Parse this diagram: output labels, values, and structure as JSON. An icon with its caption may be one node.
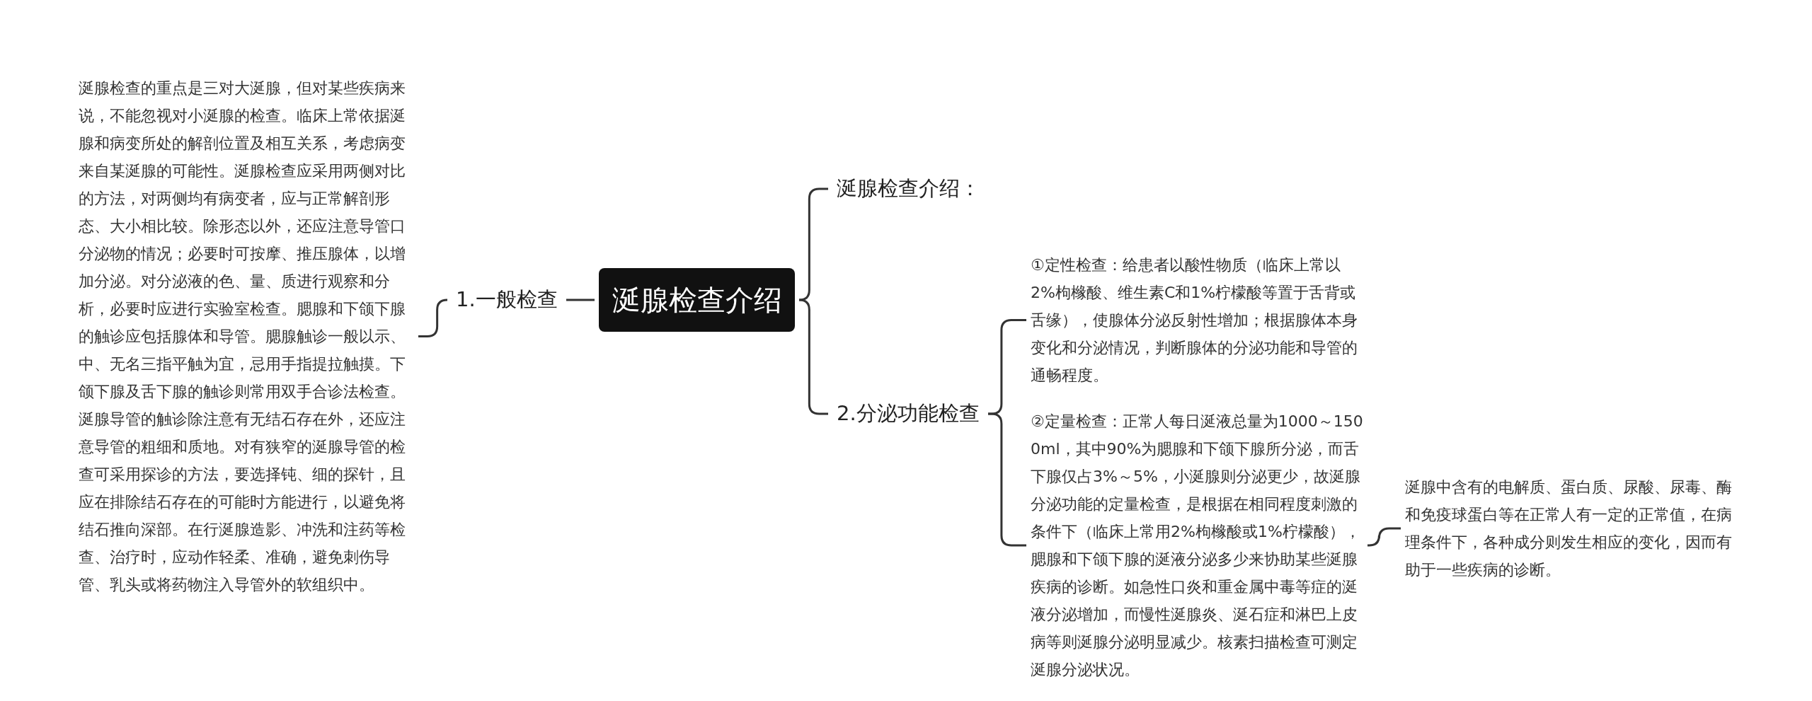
{
  "diagram": {
    "nodes": [
      {
        "text": [
          "涎腺检查介绍"
        ]
      },
      {
        "text": [
          "1.一般检查"
        ]
      },
      {
        "text": [
          "涎腺检查的重点是三对大涎腺，但对某些疾病来说，不能忽视对小涎腺的检查。临床上常依据涎腺和病变所处的解剖位置及相互关系，考虑病变来自某涎腺的可能性。涎腺检查应采用两侧对比的方法，对两侧均有病变者，应与正常解剖形态、大小相比较。除形态以外，还应注意导管口分泌物的情况；必要时可按摩、推压腺体，以增加分泌。对分泌液的色、量、质进行观察和分析，必要时应进行实验室检查。腮腺和下颌下腺的触诊应包括腺体和导管。腮腺触诊一般以示、中、无名三指平触为宜，忌用手指提拉触摸。下颌下腺及舌下腺的触诊则常用双手合诊法检查。涎腺导管的触诊除注意有无结石存在外，还应注意导管的粗细和质地。对有狭窄的涎腺导管的检查可采用探诊的方法，要选择钝、细的探针，且应在排除结石存在的可能时方能进行，以避免将结石推向深部。在行涎腺造影、冲洗和注药等检查、治疗时，应动作轻柔、准确，避免刺伤导管、乳头或将药物注入导管外的软组织中。"
        ]
      },
      {
        "text": [
          "涎腺检查介绍："
        ]
      },
      {
        "text": [
          "2.分泌功能检查"
        ]
      },
      {
        "text": [
          "①定性检查：给患者以酸性物质（临床上常以2%枸橼酸、维生素C和1%柠檬酸等置于舌背或舌缘），使腺体分泌反射性增加；根据腺体本身变化和分泌情况，判断腺体的分泌功能和导管的通畅程度。"
        ]
      },
      {
        "text": [
          "②定量检查：正常人每日涎液总量为1000～1500ml，其中90%为腮腺和下颌下腺所分泌，而舌下腺仅占3%～5%，小涎腺则分泌更少，故涎腺分泌功能的定量检查，是根据在相同程度刺激的条件下（临床上常用2%枸橼酸或1%柠檬酸），腮腺和下颌下腺的涎液分泌多少来协助某些涎腺疾病的诊断。如急性口炎和重金属中毒等症的涎液分泌增加，而慢性涎腺炎、涎石症和淋巴上皮病等则涎腺分泌明显减少。核素扫描检查可测定涎腺分泌状况。"
        ]
      },
      {
        "text": [
          "涎腺中含有的电解质、蛋白质、尿酸、尿毒、酶和免疫球蛋白等在正常人有一定的正常值，在病理条件下，各种成分则发生相应的变化，因而有助于一些疾病的诊断。"
        ]
      }
    ],
    "edges": [
      {
        "from": 0,
        "to": 1,
        "arrow": "none"
      },
      {
        "from": 1,
        "to": 2,
        "arrow": "none"
      },
      {
        "from": 0,
        "to": 3,
        "arrow": "none"
      },
      {
        "from": 0,
        "to": 4,
        "arrow": "none"
      },
      {
        "from": 4,
        "to": 5,
        "arrow": "none"
      },
      {
        "from": 4,
        "to": 6,
        "arrow": "none"
      },
      {
        "from": 6,
        "to": 7,
        "arrow": "none"
      }
    ]
  }
}
